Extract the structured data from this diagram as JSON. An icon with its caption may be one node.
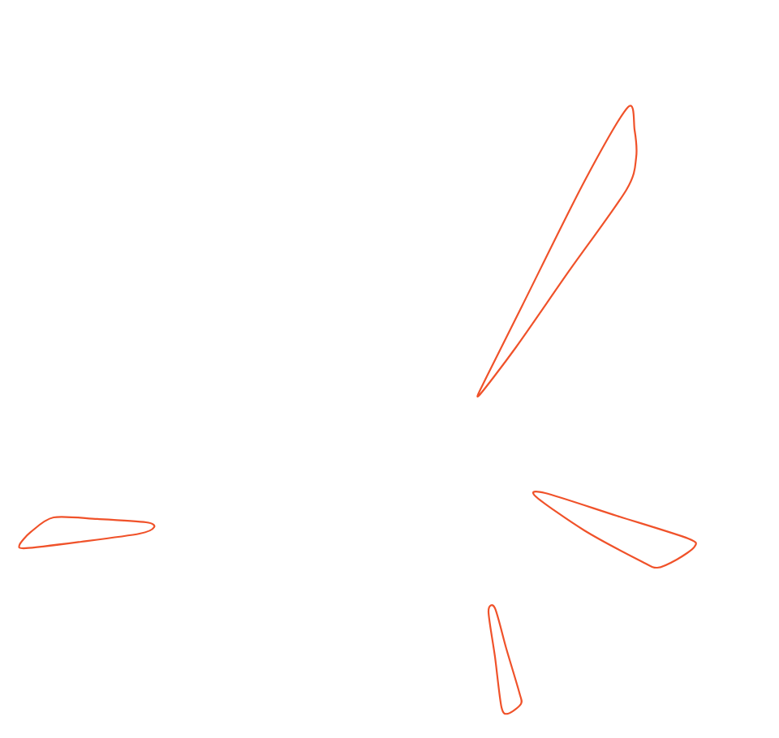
{
  "diagram": {
    "nodes": [
      {
        "text": [],
        "shape": "petal"
      },
      {
        "text": [],
        "shape": "petal"
      },
      {
        "text": [],
        "shape": "petal"
      },
      {
        "text": [],
        "shape": "petal"
      }
    ]
  }
}
